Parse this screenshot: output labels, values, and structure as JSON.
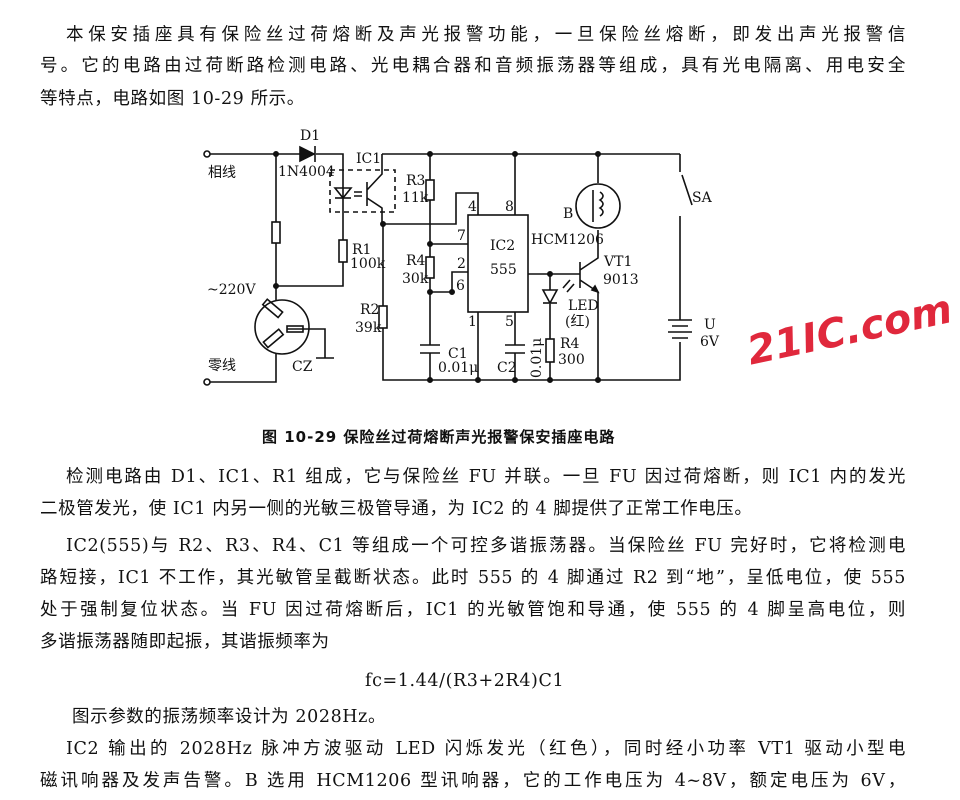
{
  "intro": [
    "本保安插座具有保险丝过荷熔断及声光报警功能，一旦保险丝熔断，即发出声光报警信",
    "号。它的电路由过荷断路检测电路、光电耦合器和音频振荡器等组成，具有光电隔离、用电安全",
    "等特点，电路如图 10-29 所示。"
  ],
  "figure": {
    "caption": "图 10-29   保险丝过荷熔断声光报警保安插座电路",
    "labels": {
      "phase": "相线",
      "neutral": "零线",
      "voltage": "~220V",
      "socket": "CZ",
      "d1": "D1",
      "d1_part": "1N4004",
      "ic1": "IC1",
      "r1": "R1",
      "r1_val": "100k",
      "r2": "R2",
      "r2_val": "39k",
      "r3": "R3",
      "r3_val": "11k",
      "r4": "R4",
      "r4_val": "30k",
      "c1": "C1",
      "c1_val": "0.01μ",
      "c2": "C2",
      "c2_val": "0.01μ",
      "ic2": "IC2",
      "ic2_part": "555",
      "pin4": "4",
      "pin8": "8",
      "pin7": "7",
      "pin2": "2",
      "pin6": "6",
      "pin1": "1",
      "pin5": "5",
      "b": "B",
      "b_part": "HCM1206",
      "vt1": "VT1",
      "vt1_part": "9013",
      "led": "LED",
      "led_color": "(红)",
      "r_led": "R4",
      "r_led_val": "300",
      "sa": "SA",
      "u": "U",
      "u_val": "6V"
    },
    "watermark": "21IC.com"
  },
  "body": [
    "检测电路由 D1、IC1、R1 组成，它与保险丝 FU 并联。一旦 FU 因过荷熔断，则 IC1 内的发光",
    "二极管发光，使 IC1 内另一侧的光敏三极管导通，为 IC2 的 4 脚提供了正常工作电压。",
    "IC2(555)与 R2、R3、R4、C1 等组成一个可控多谐振荡器。当保险丝 FU 完好时，它将检测电",
    "路短接，IC1 不工作，其光敏管呈截断状态。此时 555 的 4 脚通过 R2 到“地”，呈低电位，使 555",
    "处于强制复位状态。当 FU 因过荷熔断后，IC1 的光敏管饱和导通，使 555 的 4 脚呈高电位，则",
    "多谐振荡器随即起振，其谐振频率为"
  ],
  "formula": "fc=1.44/(R3+2R4)C1",
  "body2": [
    "图示参数的振荡频率设计为 2028Hz。",
    "IC2 输出的 2028Hz 脉冲方波驱动 LED 闪烁发光（红色），同时经小功率 VT1 驱动小型电",
    "磁讯响器及发声告警。B 选用 HCM1206 型讯响器，它的工作电压为 4~8V，额定电压为 6V，"
  ]
}
